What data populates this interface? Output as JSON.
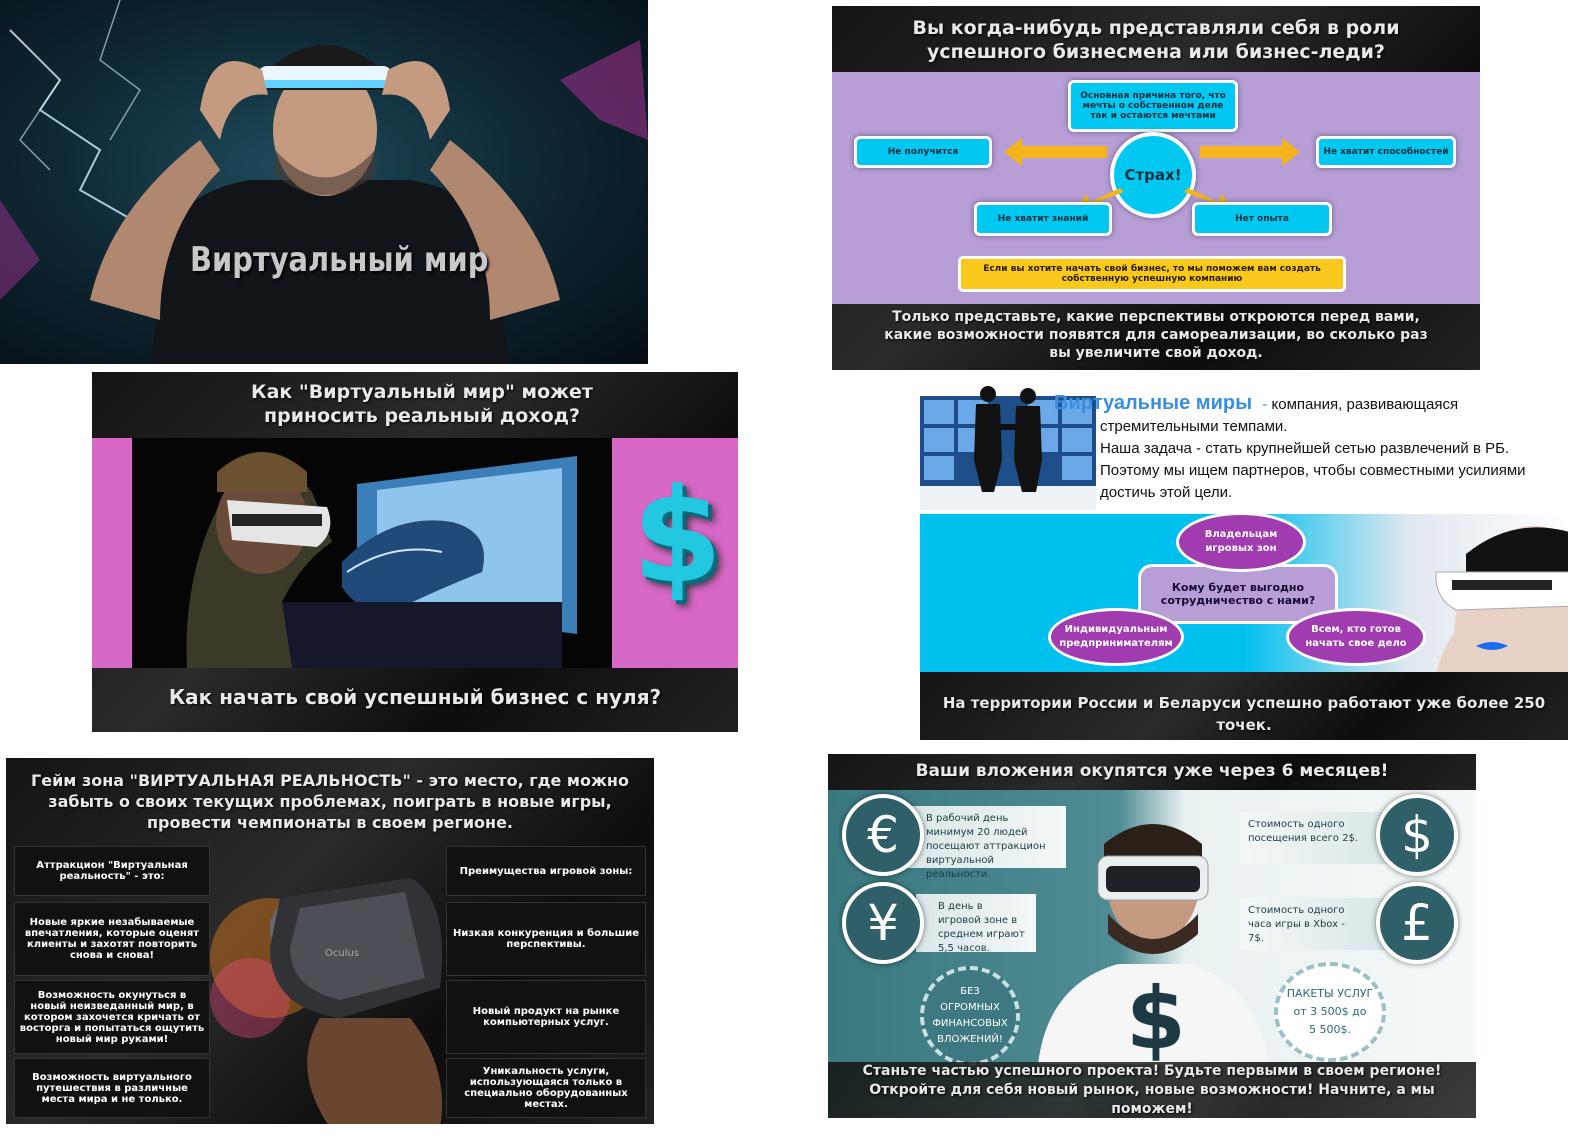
{
  "panel1": {
    "title": "Виртуальный мир"
  },
  "panel2": {
    "heading": "Вы когда-нибудь представляли себя в роли успешного бизнесмена или бизнес-леди?",
    "top_box": "Основная причина того, что мечты о собственном деле так и остаются мечтами",
    "center": "Страх!",
    "left": "Не получится",
    "right": "Не хватит способностей",
    "bottom_left": "Не хватит знаний",
    "bottom_right": "Нет опыта",
    "yellow": "Если вы хотите начать свой бизнес, то мы поможем вам создать собственную успешную компанию",
    "footer": "Только представьте, какие перспективы откроются перед вами, какие возможности появятся для самореализации, во сколько раз вы увеличите свой доход."
  },
  "panel3": {
    "heading": "Как \"Виртуальный мир\" может приносить реальный доход?",
    "dollar": "$",
    "footer": "Как начать свой успешный бизнес с нуля?"
  },
  "panel4": {
    "brand": "Виртуальные миры",
    "dash": " - ",
    "text1": "компания, развивающаяся стремительными темпами.",
    "text2": "Наша задача - стать крупнейшей сетью развлечений в РБ. Поэтому мы ищем партнеров, чтобы совместными усилиями достичь этой цели.",
    "blob_top": "Владельцам игровых зон",
    "center": "Кому будет выгодно сотрудничество с нами?",
    "blob_left": "Индивидуальным предпринимателям",
    "blob_right": "Всем, кто готов начать свое дело",
    "footer": "На территории России и Беларуси успешно работают уже более 250 точек."
  },
  "panel5": {
    "heading": "Гейм зона \"ВИРТУАЛЬНАЯ РЕАЛЬНОСТЬ\" - это место, где можно забыть о своих текущих проблемах, поиграть в новые игры, провести чемпионаты в своем регионе.",
    "left": [
      "Аттракцион \"Виртуальная реальность\" - это:",
      "Новые яркие незабываемые впечатления, которые оценят клиенты и захотят повторить снова и снова!",
      "Возможность окунуться в новый неизведанный мир, в котором захочется кричать от восторга и попытаться ощутить новый мир руками!",
      "Возможность виртуального путешествия в различные места мира и не только."
    ],
    "right": [
      "Преимущества игровой зоны:",
      "Низкая конкуренция и большие перспективы.",
      "Новый продукт на рынке компьютерных услуг.",
      "Уникальность услуги, использующаяся только в специально оборудованных местах."
    ],
    "headset_label": "Oculus"
  },
  "panel6": {
    "heading": "Ваши вложения окупятся уже через 6 месяцев!",
    "euro": "€",
    "yen": "¥",
    "dollar": "$",
    "pound": "£",
    "euro_text": "В рабочий день минимум 20 людей посещают аттракцион виртуальной реальности.",
    "yen_text": "В день в игровой зоне в среднем играют 5,5 часов.",
    "dollar_text": "Стоимость одного посещения всего 2$.",
    "pound_text": "Стоимость одного часа игры в Xbox - 7$.",
    "seal_left": "БЕЗ ОГРОМНЫХ ФИНАНСОВЫХ ВЛОЖЕНИЙ!",
    "seal_right_1": "ПАКЕТЫ УСЛУГ",
    "seal_right_2": "от 3 500$ до",
    "seal_right_3": "5 500$.",
    "footer": "Станьте частью успешного проекта! Будьте первыми в своем регионе! Откройте для себя новый рынок, новые возможности! Начните, а мы поможем!"
  }
}
